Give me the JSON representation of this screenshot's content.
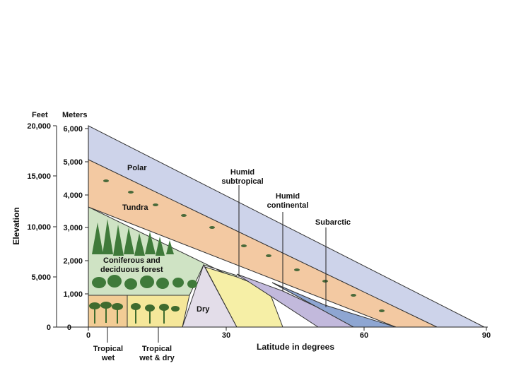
{
  "left_axis": {
    "unit_feet": "Feet",
    "unit_meters": "Meters",
    "title": "Elevation",
    "feet_ticks": [
      "20,000",
      "15,000",
      "10,000",
      "5,000",
      "0"
    ],
    "meter_ticks": [
      "6,000",
      "5,000",
      "4,000",
      "3,000",
      "2,000",
      "1,000",
      "0"
    ]
  },
  "bottom_axis": {
    "title": "Latitude in degrees",
    "ticks": [
      "0",
      "30",
      "60",
      "90"
    ]
  },
  "zones": {
    "polar": "Polar",
    "tundra": "Tundra",
    "forest_line1": "Coniferous and",
    "forest_line2": "deciduous forest",
    "dry": "Dry",
    "humid_subtropical_line1": "Humid",
    "humid_subtropical_line2": "subtropical",
    "humid_continental_line1": "Humid",
    "humid_continental_line2": "continental",
    "subarctic": "Subarctic",
    "tropical_wet_line1": "Tropical",
    "tropical_wet_line2": "wet",
    "tropical_wetdry_line1": "Tropical",
    "tropical_wetdry_line2": "wet & dry"
  },
  "colors": {
    "polar": "#cdd3ea",
    "tundra": "#f3c9a2",
    "forest": "#cfe3c4",
    "dry": "#e3dde9",
    "humid_subtropical": "#f6efa6",
    "humid_continental": "#c2b9dc",
    "subarctic": "#8ea6d2",
    "tropical_wet": "#f2cc95",
    "tropical_wetdry": "#f5e79a"
  }
}
